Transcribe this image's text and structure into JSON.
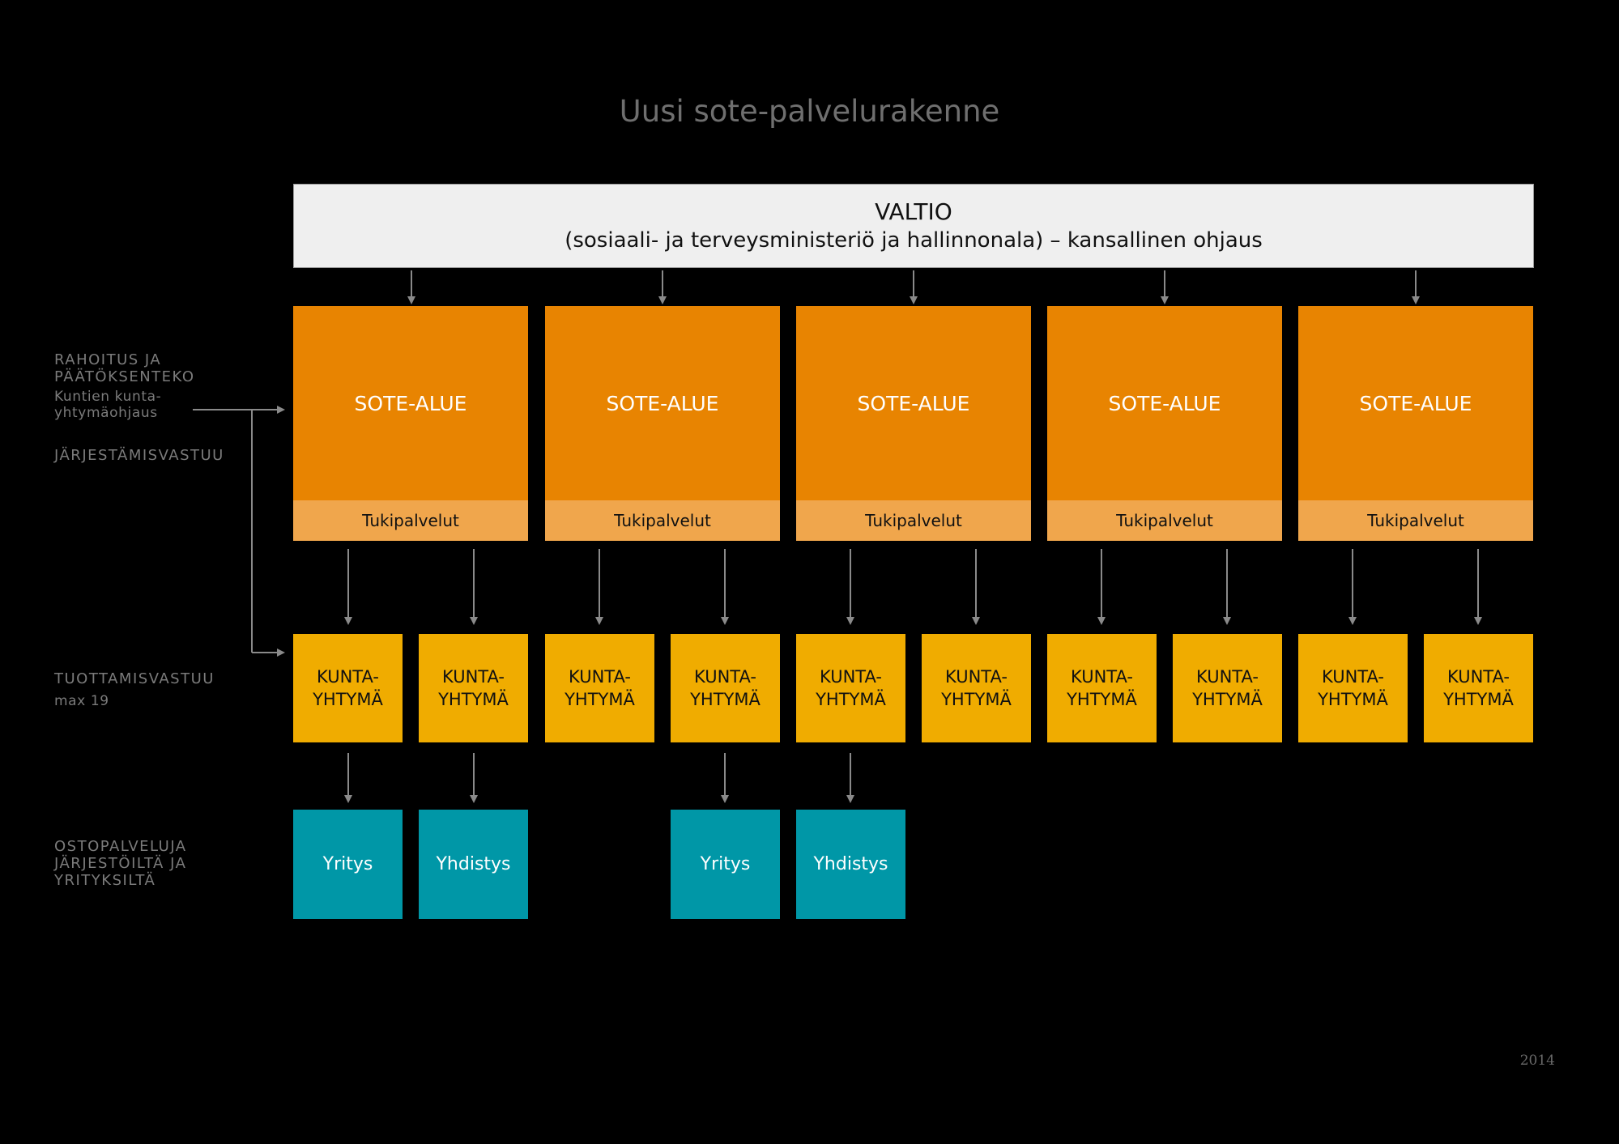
{
  "title": "Uusi sote-palvelurakenne",
  "valtio": {
    "line1": "VALTIO",
    "line2": "(sosiaali- ja terveysministeriö ja hallinnonala) – kansallinen ohjaus"
  },
  "side_labels": {
    "rahoitus": "RAHOITUS JA\nPÄÄTÖKSENTEKO",
    "kuntien": "Kuntien kunta-\nyhtymäohjaus",
    "jarjestamisvastuu": "JÄRJESTÄMISVASTUU",
    "tuottamisvastuu": "TUOTTAMISVASTUU",
    "max": "max 19",
    "ostopalveluja": "OSTOPALVELUJA\nJÄRJESTÖILTÄ JA\nYRITYKSILTÄ"
  },
  "sote_areas": [
    {
      "label": "SOTE-ALUE",
      "support": "Tukipalvelut"
    },
    {
      "label": "SOTE-ALUE",
      "support": "Tukipalvelut"
    },
    {
      "label": "SOTE-ALUE",
      "support": "Tukipalvelut"
    },
    {
      "label": "SOTE-ALUE",
      "support": "Tukipalvelut"
    },
    {
      "label": "SOTE-ALUE",
      "support": "Tukipalvelut"
    }
  ],
  "kuntayhtymat": [
    "KUNTA-\nYHTYMÄ",
    "KUNTA-\nYHTYMÄ",
    "KUNTA-\nYHTYMÄ",
    "KUNTA-\nYHTYMÄ",
    "KUNTA-\nYHTYMÄ",
    "KUNTA-\nYHTYMÄ",
    "KUNTA-\nYHTYMÄ",
    "KUNTA-\nYHTYMÄ",
    "KUNTA-\nYHTYMÄ",
    "KUNTA-\nYHTYMÄ"
  ],
  "providers": [
    "Yritys",
    "Yhdistys",
    "Yritys",
    "Yhdistys"
  ],
  "year": "2014",
  "colors": {
    "background": "#000000",
    "valtio": "#efefef",
    "sote_alue": "#e88401",
    "tukipalvelut": "#f0a64c",
    "kuntayhtyma": "#f0ac00",
    "provider": "#0097a7",
    "arrow": "#8a8a8a"
  }
}
